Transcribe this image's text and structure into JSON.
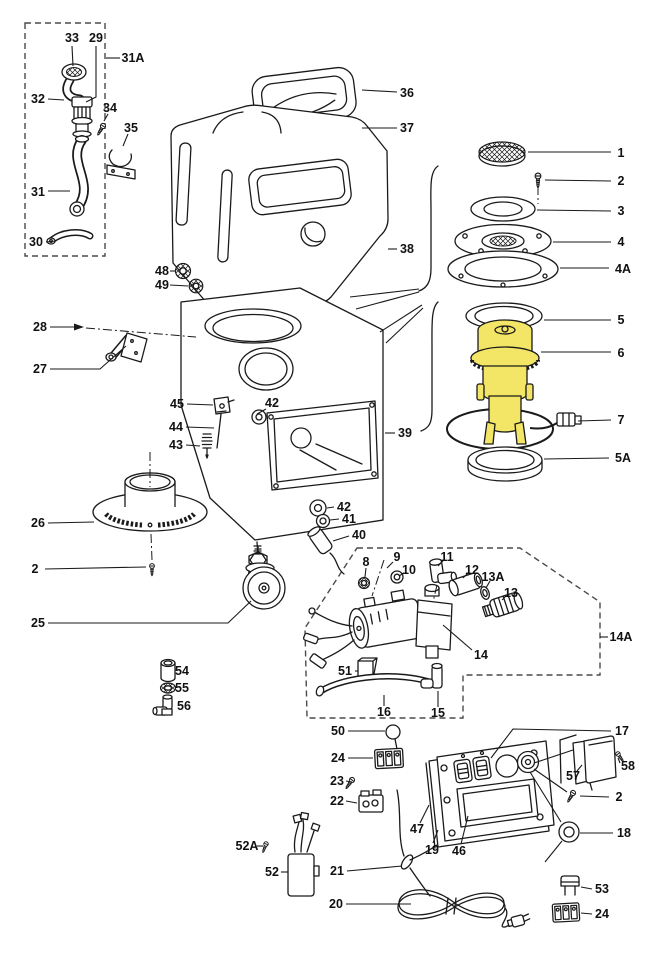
{
  "diagram": {
    "background": "#ffffff",
    "line_color": "#1a1a1a",
    "highlight_color": "#f3e566",
    "highlighted_part": "6"
  },
  "callouts": {
    "c33": "33",
    "c29": "29",
    "c31A": "31A",
    "c32": "32",
    "c34": "34",
    "c35": "35",
    "c31": "31",
    "c30": "30",
    "c36": "36",
    "c37": "37",
    "c38": "38",
    "c48": "48",
    "c49": "49",
    "c28": "28",
    "c27": "27",
    "c1": "1",
    "c2a": "2",
    "c3": "3",
    "c4": "4",
    "c4A": "4A",
    "c5": "5",
    "c6": "6",
    "c7": "7",
    "c5A": "5A",
    "c45": "45",
    "c42a": "42",
    "c44": "44",
    "c43": "43",
    "c39": "39",
    "c42b": "42",
    "c41": "41",
    "c40": "40",
    "c26": "26",
    "c2b": "2",
    "c25": "25",
    "c8": "8",
    "c9": "9",
    "c10": "10",
    "c11": "11",
    "c12": "12",
    "c13A": "13A",
    "c13": "13",
    "c14": "14",
    "c14A": "14A",
    "c51": "51",
    "c16": "16",
    "c15": "15",
    "c54": "54",
    "c55": "55",
    "c56": "56",
    "c50": "50",
    "c24a": "24",
    "c23": "23",
    "c22": "22",
    "c17": "17",
    "c58": "58",
    "c57": "57",
    "c2c": "2",
    "c18": "18",
    "c47": "47",
    "c19": "19",
    "c46": "46",
    "c52A": "52A",
    "c52": "52",
    "c21": "21",
    "c20": "20",
    "c53": "53",
    "c24b": "24"
  }
}
